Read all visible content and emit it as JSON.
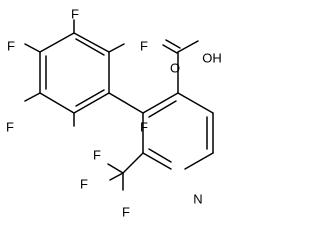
{
  "molecule": {
    "atom_labels": {
      "f_top": "F",
      "f_upper_left": "F",
      "f_upper_right": "F",
      "f_lower_left": "F",
      "f_lower_right": "F",
      "oh": "OH",
      "o_carbonyl": "O",
      "n_ring": "N",
      "f_cf3_left": "F",
      "f_cf3_top": "F",
      "f_cf3_bottom": "F"
    }
  }
}
